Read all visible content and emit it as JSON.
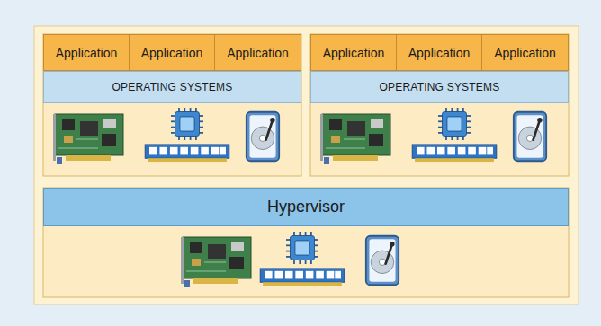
{
  "diagram": {
    "nodes": [
      {
        "text": [
          "Application"
        ]
      },
      {
        "text": [
          "Application"
        ]
      },
      {
        "text": [
          "Application"
        ]
      },
      {
        "text": [
          "OPERATING SYSTEMS"
        ]
      },
      {
        "text": [
          "Application"
        ]
      },
      {
        "text": [
          "Application"
        ]
      },
      {
        "text": [
          "Application"
        ]
      },
      {
        "text": [
          "OPERATING SYSTEMS"
        ]
      },
      {
        "text": [
          "Hypervisor"
        ]
      }
    ]
  }
}
